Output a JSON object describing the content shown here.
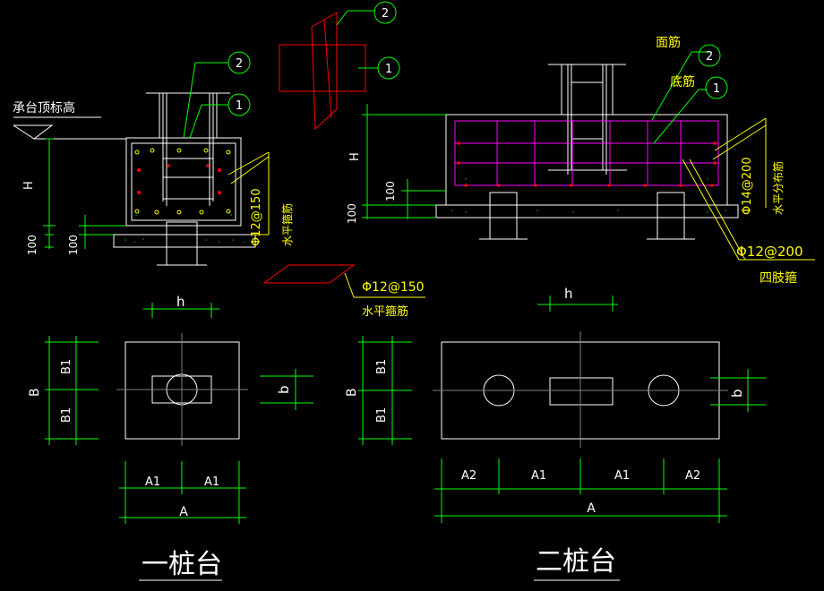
{
  "colors": {
    "background": "#000000",
    "outline": "#ffffff",
    "dimension": "#00ff00",
    "text_yellow": "#ffff00",
    "leader": "#ffff00",
    "callout": "#00ff00",
    "rebar_red": "#ff0000",
    "rebar_magenta": "#ff00ff",
    "rebar_yellow_dot": "#ffff00",
    "hatch": "#00aa00"
  },
  "labels": {
    "cap_top_elevation": "承台顶标高",
    "face_rebar": "面筋",
    "bottom_rebar": "底筋",
    "h": "H",
    "dim_100": "100",
    "single_pile_stirrup": "Φ12@150",
    "horizontal_stirrup": "水平箍筋",
    "detail_stirrup": "Φ12@150",
    "detail_horizontal_stirrup": "水平箍筋",
    "distribution_rebar": "Φ14@200",
    "horizontal_distribution": "水平分布筋",
    "four_leg_stirrup": "Φ12@200",
    "four_leg_label": "四肢箍",
    "small_h": "h",
    "small_b": "b",
    "big_b": "B",
    "b1": "B1",
    "a1": "A1",
    "a2": "A2",
    "a": "A",
    "single_pile_cap_title": "一桩台",
    "double_pile_cap_title": "二桩台"
  },
  "callouts": {
    "one": "1",
    "two": "2"
  }
}
